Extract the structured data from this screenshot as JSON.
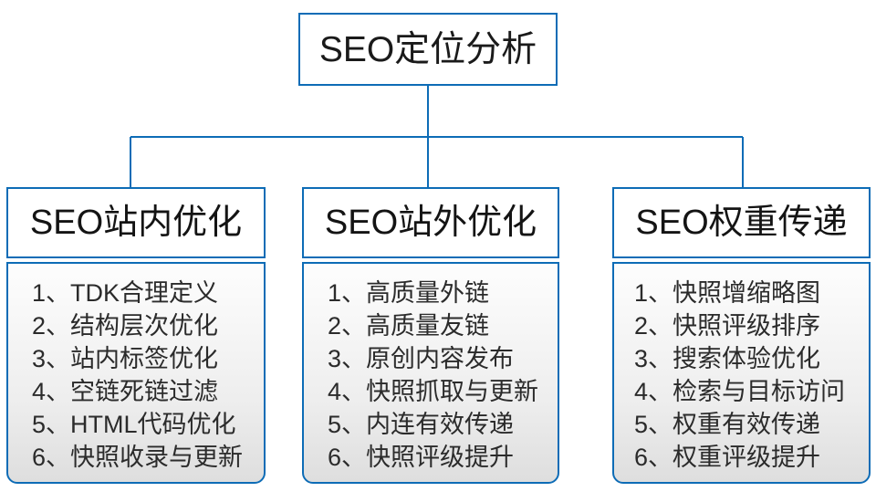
{
  "diagram": {
    "type": "org-chart",
    "accent_color": "#0d6cb6",
    "text_color": "#1a1a1a",
    "background_color": "#ffffff",
    "root": {
      "label": "SEO定位分析"
    },
    "branches": [
      {
        "id": "on-site",
        "header": "SEO站内优化",
        "items": [
          "1、TDK合理定义",
          "2、结构层次优化",
          "3、站内标签优化",
          "4、空链死链过滤",
          "5、HTML代码优化",
          "6、快照收录与更新"
        ]
      },
      {
        "id": "off-site",
        "header": "SEO站外优化",
        "items": [
          "1、高质量外链",
          "2、高质量友链",
          "3、原创内容发布",
          "4、快照抓取与更新",
          "5、内连有效传递",
          "6、快照评级提升"
        ]
      },
      {
        "id": "weight-transfer",
        "header": "SEO权重传递",
        "items": [
          "1、快照增缩略图",
          "2、快照评级排序",
          "3、搜索体验优化",
          "4、检索与目标访问",
          "5、权重有效传递",
          "6、权重评级提升"
        ]
      }
    ]
  }
}
